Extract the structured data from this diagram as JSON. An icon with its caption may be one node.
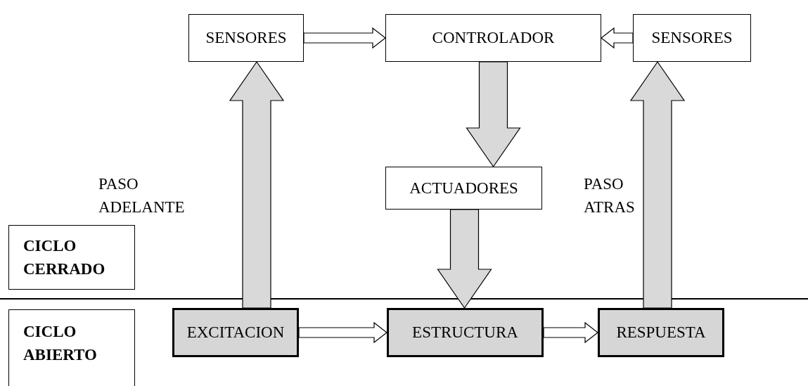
{
  "diagram": {
    "nodes": [
      {
        "text": [
          "SENSORES"
        ]
      },
      {
        "text": [
          "CONTROLADOR"
        ]
      },
      {
        "text": [
          "SENSORES"
        ]
      },
      {
        "text": [
          "ACTUADORES"
        ]
      },
      {
        "text": [
          "CICLO CERRADO"
        ]
      },
      {
        "text": [
          "EXCITACION"
        ]
      },
      {
        "text": [
          "ESTRUCTURA"
        ]
      },
      {
        "text": [
          "RESPUESTA"
        ]
      },
      {
        "text": [
          "CICLO ABIERTO"
        ]
      }
    ],
    "edges": [
      {
        "from": 0,
        "to": 1,
        "arrow": "to"
      },
      {
        "from": 2,
        "to": 1,
        "arrow": "to"
      },
      {
        "from": 1,
        "to": 3,
        "arrow": "to"
      },
      {
        "from": 3,
        "to": 6,
        "arrow": "to"
      },
      {
        "from": 5,
        "to": 0,
        "arrow": "to"
      },
      {
        "from": 7,
        "to": 2,
        "arrow": "to"
      },
      {
        "from": 5,
        "to": 6,
        "arrow": "to"
      },
      {
        "from": 6,
        "to": 7,
        "arrow": "to"
      }
    ],
    "labels": [
      "PASO ADELANTE",
      "PASO ATRAS"
    ]
  }
}
